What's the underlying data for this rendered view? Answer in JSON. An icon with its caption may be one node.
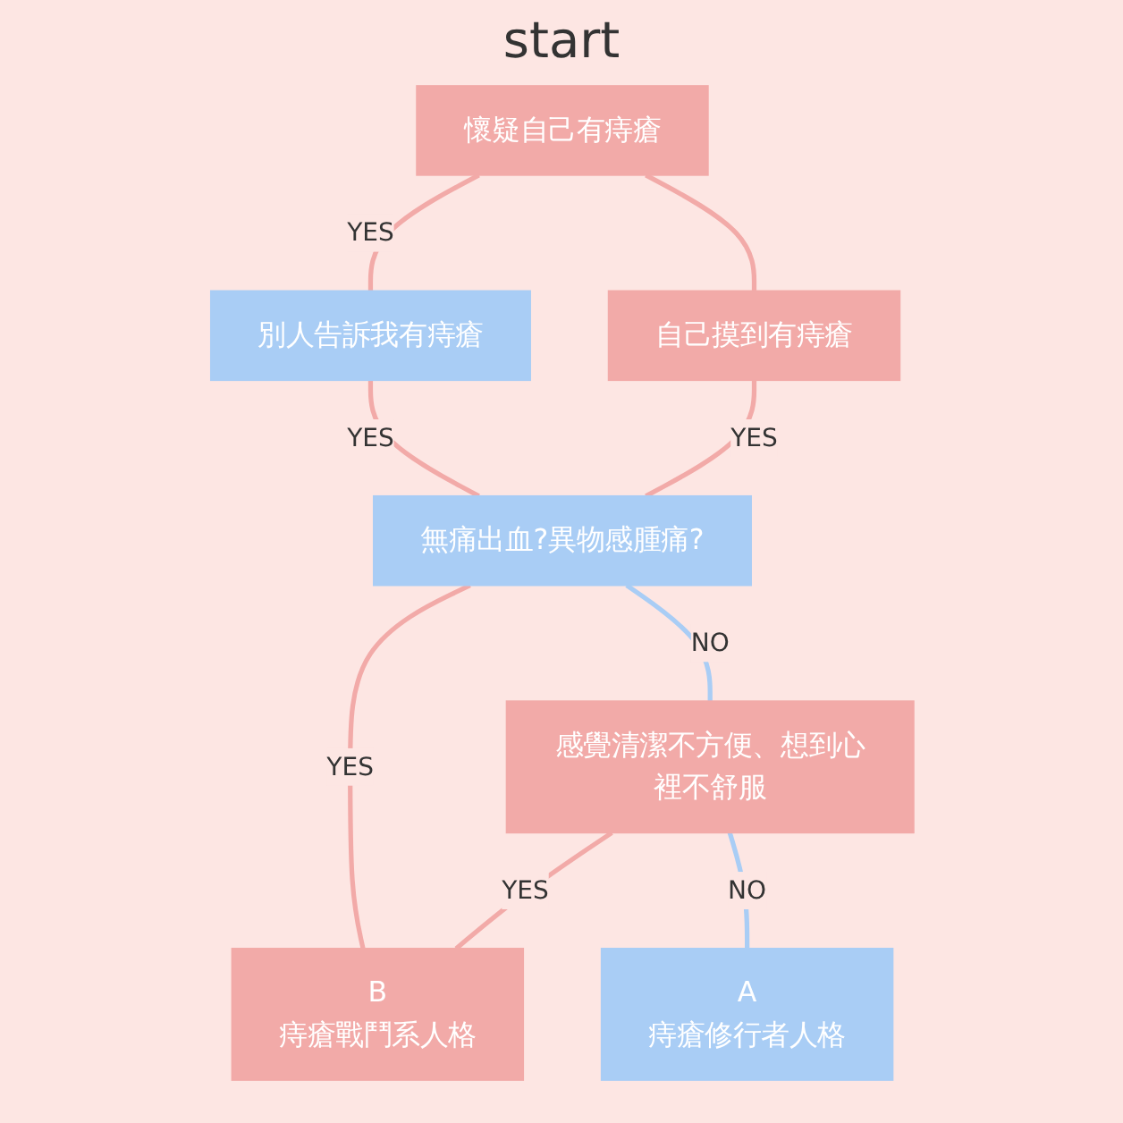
{
  "diagram": {
    "title": "start",
    "nodes": [
      {
        "text": [
          "懷疑自己有痔瘡"
        ]
      },
      {
        "text": [
          "別人告訴我有痔瘡"
        ]
      },
      {
        "text": [
          "自己摸到有痔瘡"
        ]
      },
      {
        "text": [
          "無痛出血?異物感腫痛?"
        ]
      },
      {
        "text": [
          "感覺清潔不方便、想到心裡不舒服"
        ]
      },
      {
        "text": [
          "A",
          "痔瘡修行者人格"
        ]
      },
      {
        "text": [
          "B",
          "痔瘡戰鬥系人格"
        ]
      }
    ],
    "edges": [
      {
        "from": 0,
        "to": 1,
        "arrow": "none",
        "label": "YES"
      },
      {
        "from": 0,
        "to": 2,
        "arrow": "none"
      },
      {
        "from": 1,
        "to": 3,
        "arrow": "none",
        "label": "YES"
      },
      {
        "from": 2,
        "to": 3,
        "arrow": "none",
        "label": "YES"
      },
      {
        "from": 3,
        "to": 4,
        "arrow": "none",
        "label": "NO",
        "color": "#a9cdf5"
      },
      {
        "from": 3,
        "to": 6,
        "arrow": "none",
        "label": "YES"
      },
      {
        "from": 4,
        "to": 6,
        "arrow": "none",
        "label": "YES"
      },
      {
        "from": 4,
        "to": 5,
        "arrow": "none",
        "label": "NO",
        "color": "#a9cdf5"
      }
    ]
  }
}
